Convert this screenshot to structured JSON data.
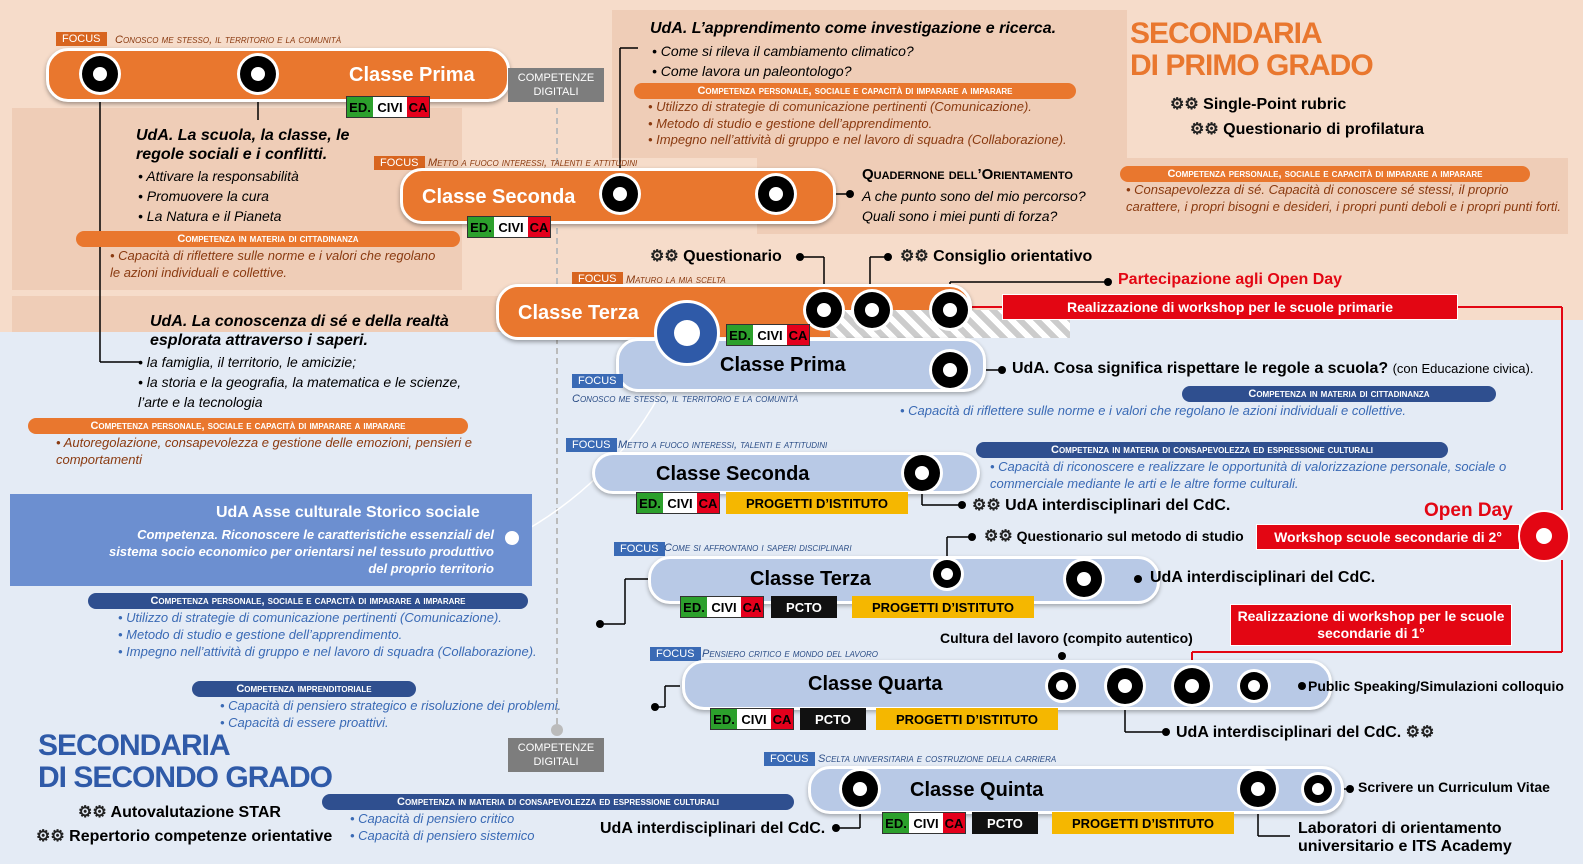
{
  "primo": {
    "title1": "SECONDARIA",
    "title2": "DI PRIMO GRADO",
    "tools": [
      "Single-Point rubric",
      "Questionario di profilatura"
    ]
  },
  "secondo": {
    "title1": "SECONDARIA",
    "title2": "DI SECONDO GRADO",
    "tools": [
      "Autovalutazione STAR",
      "Repertorio competenze orientative"
    ]
  },
  "common": {
    "focus": "FOCUS",
    "edciv_a": "ED.",
    "edciv_b": "CIVI",
    "edciv_c": "CA",
    "pcto": "PCTO",
    "progetti": "PROGETTI D’ISTITUTO",
    "comp_digitali": "COMPETENZE DIGITALI",
    "uda_cdc": "UdA interdisciplinari del CdC."
  },
  "p1": {
    "class": "Classe Prima",
    "focus": "Conosco me stesso, il territorio e la comunità",
    "uda_title": "UdA. La scuola, la classe, le regole sociali e i conflitti.",
    "bullets": [
      "Attivare la responsabilità",
      "Promuovere la cura",
      "La Natura e il Pianeta"
    ],
    "comp": "Competenza in materia di cittadinanza",
    "comp_bullets": [
      "Capacità di riflettere sulle norme e i valori che regolano le azioni individuali e collettive."
    ],
    "uda2_title": "UdA. La conoscenza di sé e della realtà esplorata attraverso i saperi.",
    "uda2_bullets": [
      "la famiglia, il territorio, le amicizie;",
      "la storia e la geografia, la matematica e le scienze, l’arte e la tecnologia"
    ],
    "comp2": "Competenza personale, sociale e capacità di imparare a imparare",
    "comp2_bullets": [
      "Autoregolazione, consapevolezza e gestione delle emozioni, pensieri e comportamenti"
    ]
  },
  "p2": {
    "class": "Classe Seconda",
    "focus": "Metto a fuoco interessi, talenti e attitudini",
    "uda_title": "UdA. L’apprendimento come investigazione e ricerca.",
    "bullets": [
      "Come si rileva il cambiamento climatico?",
      "Come lavora un paleontologo?"
    ],
    "comp": "Competenza personale, sociale e capacità di imparare a imparare",
    "comp_bullets": [
      "Utilizzo di strategie di comunicazione pertinenti (Comunicazione).",
      "Metodo di studio e gestione dell’apprendimento.",
      "Impegno nell’attività di gruppo e nel lavoro di squadra (Collaborazione)."
    ],
    "quad_title": "Quadernone dell’Orientamento",
    "quad_lines": [
      "A che punto sono del mio percorso?",
      "Quali sono i miei punti di forza?"
    ],
    "comp2": "Competenza personale, sociale e capacità di imparare a imparare",
    "comp2_bullets": [
      "Consapevolezza di sé. Capacità di conoscere sé stessi, il proprio carattere, i propri bisogni e desideri, i propri punti deboli e i propri punti forti."
    ]
  },
  "p3": {
    "class": "Classe Terza",
    "focus": "Maturo la mia scelta",
    "questionario": "Questionario",
    "consiglio": "Consiglio orientativo",
    "openday": "Partecipazione agli Open Day",
    "workshop": "Realizzazione di workshop per le scuole primarie"
  },
  "s1": {
    "class": "Classe Prima",
    "focus": "Conosco me stesso, il territorio e la comunità",
    "uda": "UdA. Cosa significa rispettare le regole a scuola?",
    "uda_note": "(con Educazione civica).",
    "comp": "Competenza in materia di cittadinanza",
    "comp_bullets": [
      "Capacità di riflettere sulle norme e i valori che regolano le azioni individuali e collettive."
    ]
  },
  "s2": {
    "class": "Classe Seconda",
    "focus": "Metto a fuoco interessi, talenti e attitudini",
    "comp": "Competenza in materia di consapevolezza ed espressione culturali",
    "comp_bullets": [
      "Capacità di riconoscere e realizzare le opportunità di valorizzazione personale, sociale o commerciale mediante le arti e le altre forme culturali."
    ]
  },
  "asse": {
    "title": "UdA Asse culturale Storico sociale",
    "text": "Competenza. Riconoscere le caratteristiche essenziali del sistema socio economico per orientarsi nel tessuto produttivo del proprio territorio"
  },
  "s3": {
    "class": "Classe Terza",
    "focus": "Come si affrontano i saperi disciplinari",
    "questionario": "Questionario sul metodo di studio",
    "comp": "Competenza personale, sociale e capacità di imparare a imparare",
    "comp_bullets": [
      "Utilizzo di strategie di comunicazione pertinenti (Comunicazione).",
      "Metodo di studio e gestione dell’apprendimento.",
      "Impegno nell’attività di gruppo e nel lavoro di squadra (Collaborazione)."
    ]
  },
  "openday": {
    "title": "Open Day",
    "workshop2": "Workshop scuole secondarie di 2°",
    "workshop1": "Realizzazione di workshop per le scuole secondarie di 1°"
  },
  "s4": {
    "class": "Classe Quarta",
    "focus": "Pensiero critico e mondo del lavoro",
    "cultura": "Cultura del lavoro (compito autentico)",
    "public": "Public Speaking/Simulazioni colloquio",
    "comp": "Competenza imprenditoriale",
    "comp_bullets": [
      "Capacità di pensiero strategico e risoluzione dei problemi.",
      "Capacità di essere proattivi."
    ]
  },
  "s5": {
    "class": "Classe Quinta",
    "focus": "Scelta universitaria e costruzione della carriera",
    "cv": "Scrivere un Curriculum Vitae",
    "lab": "Laboratori di orientamento universitario e ITS Academy",
    "comp": "Competenza in materia di consapevolezza ed espressione culturali",
    "comp_bullets": [
      "Capacità di pensiero critico",
      "Capacità di pensiero sistemico"
    ]
  },
  "colors": {
    "orange": "#e9772e",
    "peach": "#f6dcca",
    "blue": "#b8c9e6",
    "navy": "#2f4f8f",
    "red": "#e30613",
    "yellow": "#f5b700"
  }
}
